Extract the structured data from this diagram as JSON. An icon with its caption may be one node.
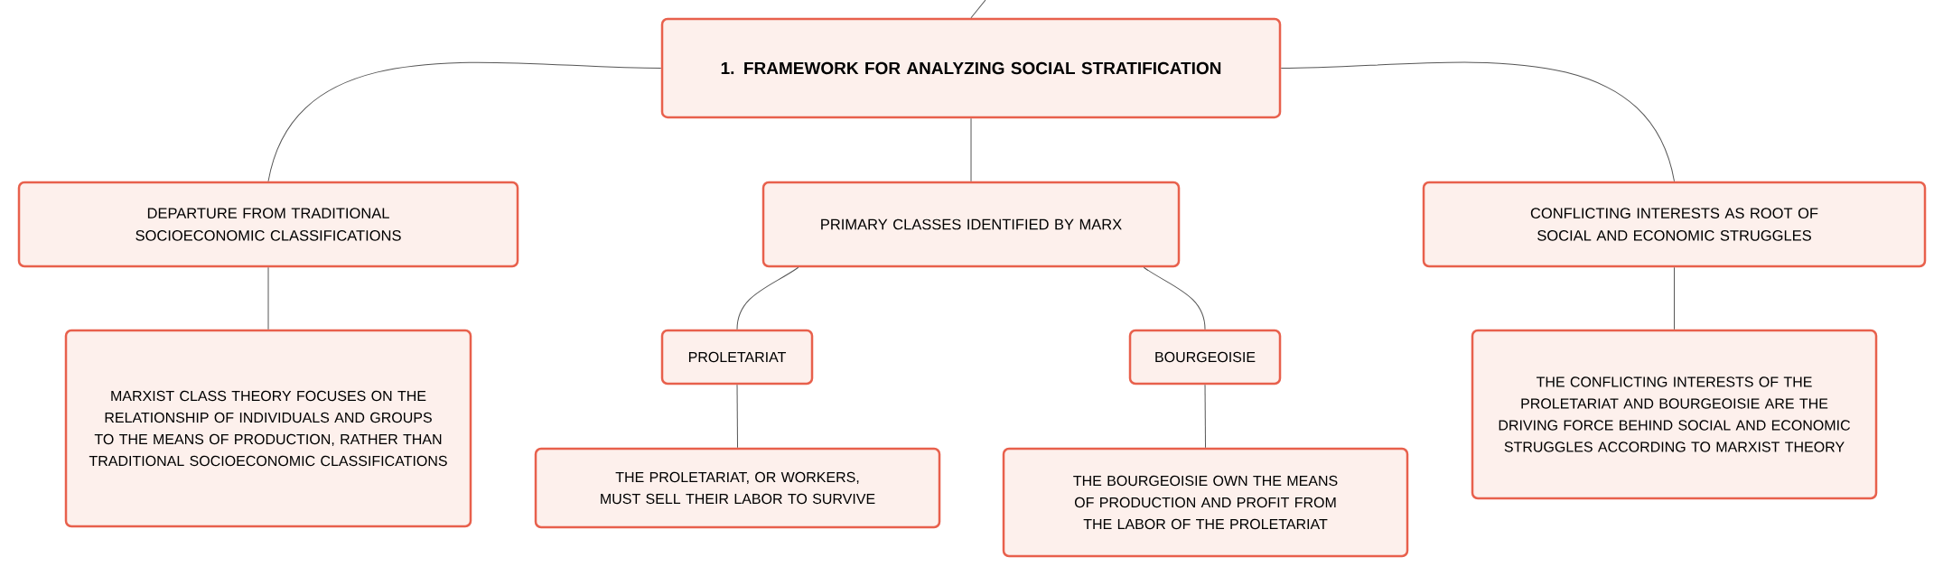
{
  "diagram": {
    "nodes": [
      {
        "text": [
          "1. FRAMEWORK FOR ANALYZING SOCIAL STRATIFICATION"
        ]
      },
      {
        "text": [
          "DEPARTURE FROM TRADITIONAL SOCIOECONOMIC CLASSIFICATIONS"
        ]
      },
      {
        "text": [
          "PRIMARY CLASSES IDENTIFIED BY MARX"
        ]
      },
      {
        "text": [
          "CONFLICTING INTERESTS AS ROOT OF SOCIAL AND ECONOMIC STRUGGLES"
        ]
      },
      {
        "text": [
          "MARXIST CLASS THEORY FOCUSES ON THE RELATIONSHIP OF INDIVIDUALS AND GROUPS TO THE MEANS OF PRODUCTION, RATHER THAN TRADITIONAL SOCIOECONOMIC CLASSIFICATIONS"
        ]
      },
      {
        "text": [
          "PROLETARIAT"
        ]
      },
      {
        "text": [
          "BOURGEOISIE"
        ]
      },
      {
        "text": [
          "THE PROLETARIAT, OR WORKERS, MUST SELL THEIR LABOR TO SURVIVE"
        ]
      },
      {
        "text": [
          "THE BOURGEOISIE OWN THE MEANS OF PRODUCTION AND PROFIT FROM THE LABOR OF THE PROLETARIAT"
        ]
      },
      {
        "text": [
          "THE CONFLICTING INTERESTS OF THE PROLETARIAT AND BOURGEOISIE ARE THE DRIVING FORCE BEHIND SOCIAL AND ECONOMIC STRUGGLES ACCORDING TO MARXIST THEORY"
        ]
      }
    ],
    "edges": [
      {
        "from": null,
        "to": 0,
        "arrow": "none"
      },
      {
        "from": 0,
        "to": 1,
        "arrow": "none"
      },
      {
        "from": 0,
        "to": 2,
        "arrow": "none"
      },
      {
        "from": 0,
        "to": 3,
        "arrow": "none"
      },
      {
        "from": 1,
        "to": 4,
        "arrow": "none"
      },
      {
        "from": 2,
        "to": 5,
        "arrow": "none"
      },
      {
        "from": 2,
        "to": 6,
        "arrow": "none"
      },
      {
        "from": 3,
        "to": 9,
        "arrow": "none"
      },
      {
        "from": 5,
        "to": 7,
        "arrow": "none"
      },
      {
        "from": 6,
        "to": 8,
        "arrow": "none"
      }
    ]
  }
}
